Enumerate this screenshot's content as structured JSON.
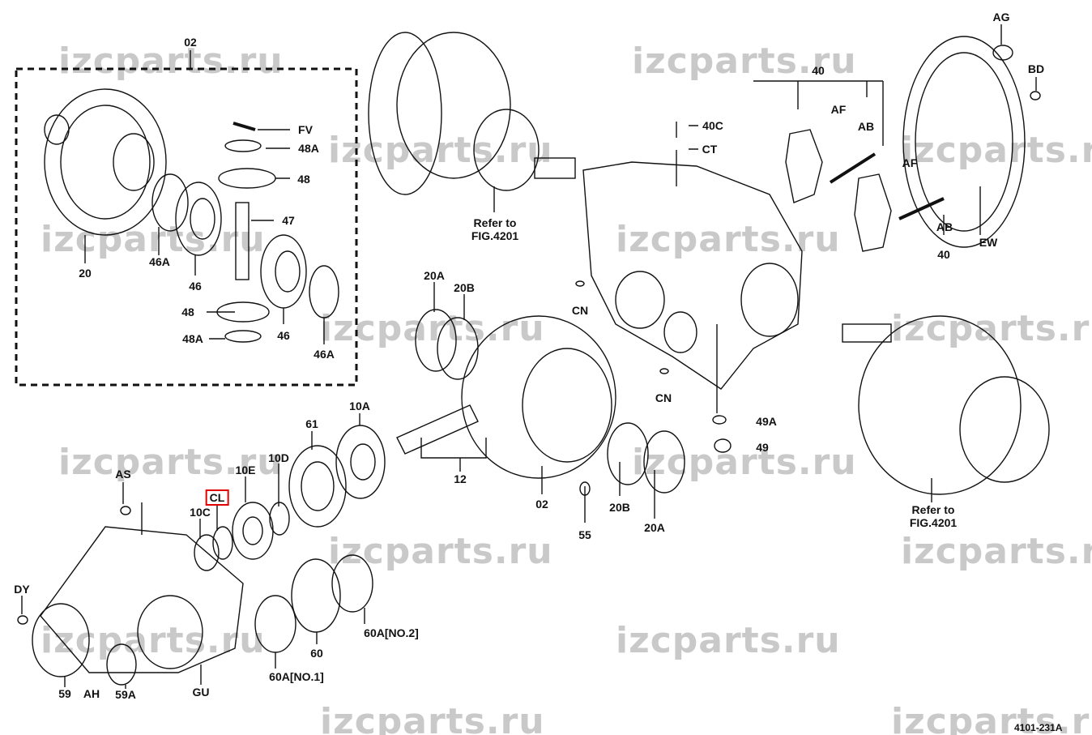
{
  "diagram": {
    "figure_code": "4101-231A",
    "watermark": "izcparts.ru",
    "highlighted_label": "CL",
    "refer_text": "Refer to",
    "refer_fig": "FIG.4201",
    "labels": [
      "02",
      "FV",
      "48A",
      "48",
      "47",
      "20",
      "46A",
      "46",
      "48",
      "46",
      "48A",
      "46A",
      "40C",
      "CT",
      "40",
      "AF",
      "AB",
      "AF",
      "AB",
      "40",
      "EW",
      "AG",
      "BD",
      "CN",
      "CN",
      "20A",
      "20B",
      "10A",
      "61",
      "10D",
      "10E",
      "AS",
      "CL",
      "10C",
      "12",
      "02",
      "55",
      "20B",
      "20A",
      "49A",
      "49",
      "DY",
      "59",
      "AH",
      "59A",
      "GU",
      "60A[NO.1]",
      "60",
      "60A[NO.2]"
    ]
  }
}
